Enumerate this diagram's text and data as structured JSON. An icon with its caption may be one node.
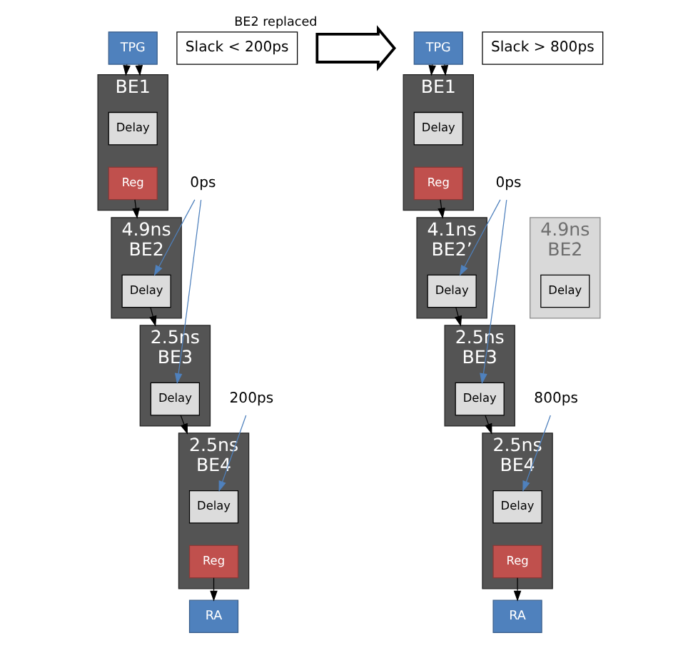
{
  "diagram": {
    "nodes": [
      {
        "text": [
          "TPG"
        ]
      },
      {
        "text": [
          "BE1"
        ]
      },
      {
        "text": [
          "Delay"
        ],
        "in": 1
      },
      {
        "text": [
          "Reg"
        ],
        "in": 1
      },
      {
        "text": [
          "4.9ns",
          "BE2"
        ]
      },
      {
        "text": [
          "Delay"
        ],
        "in": 4
      },
      {
        "text": [
          "0ps"
        ]
      },
      {
        "text": [
          "2.5ns",
          "BE3"
        ]
      },
      {
        "text": [
          "Delay"
        ],
        "in": 7
      },
      {
        "text": [
          "200ps"
        ]
      },
      {
        "text": [
          "2.5ns",
          "BE4"
        ]
      },
      {
        "text": [
          "Delay"
        ],
        "in": 10
      },
      {
        "text": [
          "Reg"
        ],
        "in": 10
      },
      {
        "text": [
          "Slack < 200ps"
        ]
      },
      {
        "text": [
          "RA"
        ]
      },
      {
        "text": [],
        "shape": "arrow",
        "beside": [
          "BE2 replaced"
        ]
      },
      {
        "text": [
          "TPG"
        ]
      },
      {
        "text": [
          "BE1"
        ]
      },
      {
        "text": [
          "Delay"
        ],
        "in": 17
      },
      {
        "text": [
          "Reg"
        ],
        "in": 17
      },
      {
        "text": [
          "4.9ns",
          "BE2"
        ]
      },
      {
        "text": [
          "Delay"
        ],
        "in": 20
      },
      {
        "text": [
          "4.1ns",
          "BE2’"
        ]
      },
      {
        "text": [
          "Delay"
        ],
        "in": 22
      },
      {
        "text": [
          "0ps"
        ]
      },
      {
        "text": [
          "2.5ns",
          "BE3"
        ]
      },
      {
        "text": [
          "Delay"
        ],
        "in": 25
      },
      {
        "text": [
          "800ps"
        ]
      },
      {
        "text": [
          "2.5ns",
          "BE4"
        ]
      },
      {
        "text": [
          "Delay"
        ],
        "in": 28
      },
      {
        "text": [
          "Reg"
        ],
        "in": 28
      },
      {
        "text": [
          "Slack > 800ps"
        ]
      },
      {
        "text": [
          "RA"
        ]
      }
    ],
    "edges": [
      {
        "from": 0,
        "to": 1,
        "arrow": "to"
      },
      {
        "from": 0,
        "to": 1,
        "arrow": "to"
      },
      {
        "from": 3,
        "to": 4,
        "arrow": "to"
      },
      {
        "from": 6,
        "to": 5,
        "arrow": "to",
        "color": "#4f81bd"
      },
      {
        "from": 6,
        "to": 8,
        "arrow": "to",
        "color": "#4f81bd"
      },
      {
        "from": 5,
        "to": 7,
        "arrow": "to"
      },
      {
        "from": 8,
        "to": 10,
        "arrow": "to"
      },
      {
        "from": 9,
        "to": 11,
        "arrow": "to",
        "color": "#4f81bd"
      },
      {
        "from": 12,
        "to": 14,
        "arrow": "to"
      },
      {
        "from": 16,
        "to": 17,
        "arrow": "to"
      },
      {
        "from": 16,
        "to": 17,
        "arrow": "to"
      },
      {
        "from": 19,
        "to": 22,
        "arrow": "to"
      },
      {
        "from": 24,
        "to": 23,
        "arrow": "to",
        "color": "#4f81bd"
      },
      {
        "from": 24,
        "to": 26,
        "arrow": "to",
        "color": "#4f81bd"
      },
      {
        "from": 23,
        "to": 25,
        "arrow": "to"
      },
      {
        "from": 26,
        "to": 28,
        "arrow": "to"
      },
      {
        "from": 27,
        "to": 29,
        "arrow": "to",
        "color": "#4f81bd"
      },
      {
        "from": 30,
        "to": 32,
        "arrow": "to"
      }
    ]
  }
}
